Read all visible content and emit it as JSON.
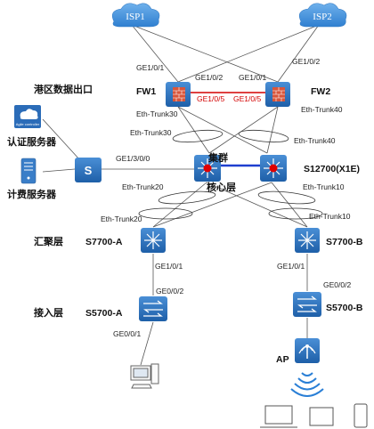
{
  "clouds": {
    "isp1": "ISP1",
    "isp2": "ISP2"
  },
  "devices": {
    "fw1": "FW1",
    "fw2": "FW2",
    "core": "S12700(X1E)",
    "s7700a": "S7700-A",
    "s7700b": "S7700-B",
    "s5700a": "S5700-A",
    "s5700b": "S5700-B",
    "ap": "AP",
    "s_switch_letter": "S",
    "auth_server_caption": "Agile controller"
  },
  "areas": {
    "port_egress": "港区数据出口",
    "cluster": "集群",
    "core_layer": "核心层",
    "aggregation_layer": "汇聚层",
    "access_layer": "接入层"
  },
  "servers": {
    "auth": "认证服务器",
    "billing": "计费服务器"
  },
  "ports": {
    "fw1_ge101": "GE1/0/1",
    "fw1_ge102": "GE1/0/2",
    "fw2_ge101": "GE1/0/1",
    "fw2_ge102": "GE1/0/2",
    "fw1_ge105": "GE1/0/5",
    "fw2_ge105": "GE1/0/5",
    "switch_ge130": "GE1/3/0/0",
    "s7700a_ge101": "GE1/0/1",
    "s7700b_ge101": "GE1/0/1",
    "s5700a_ge002": "GE0/0/2",
    "s5700b_ge002": "GE0/0/2",
    "s5700a_ge001": "GE0/0/1"
  },
  "trunks": {
    "fw1_trunk30": "Eth-Trunk30",
    "fw2_trunk40": "Eth-Trunk40",
    "core_trunk30": "Eth-Trunk30",
    "core_trunk40": "Eth-Trunk40",
    "core_trunk20": "Eth-Trunk20",
    "core_trunk10": "Eth-Trunk10",
    "agg_trunk20": "Eth-Trunk20",
    "agg_trunk10": "Eth-Trunk10"
  }
}
